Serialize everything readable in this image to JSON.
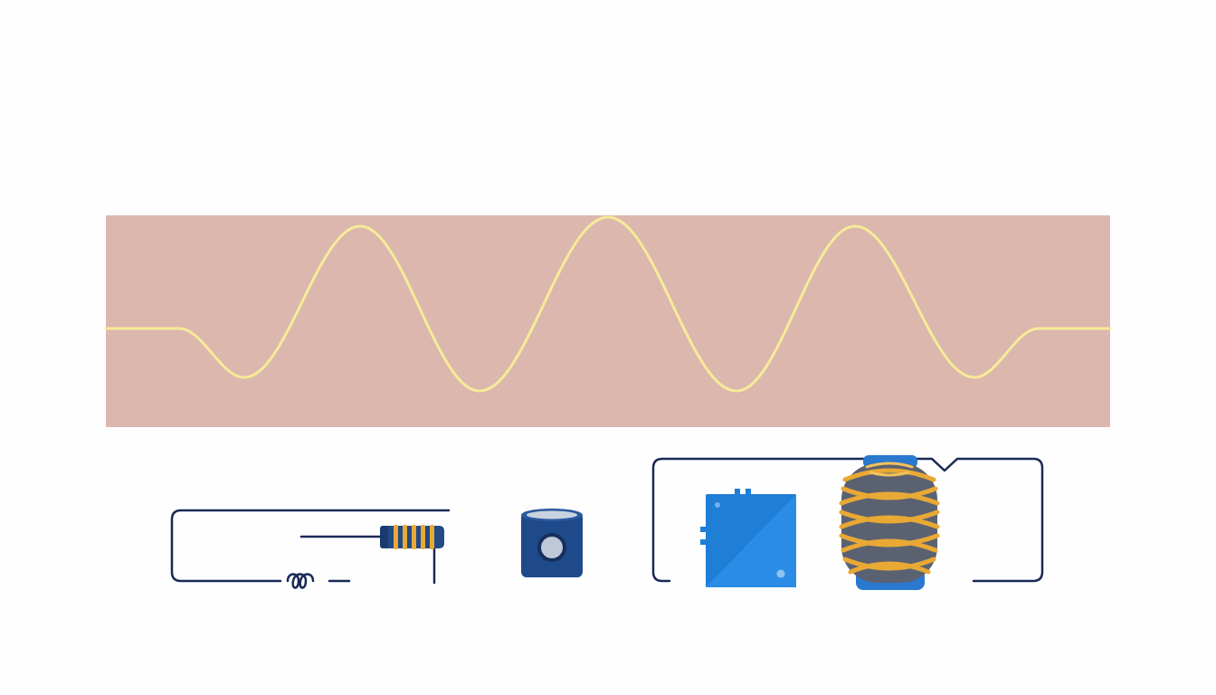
{
  "diagram": {
    "colors": {
      "background": "#fefefe",
      "wave_panel": "#dcb7ad",
      "wave_line": "#f6eb98",
      "wire": "#1a2a55",
      "coil_dark": "#234a86",
      "coil_winding": "#e9a935",
      "capacitor_body": "#1e4a8c",
      "capacitor_lens": "#bfc8d8",
      "chip_body": "#1f7ed6",
      "chip_highlight": "#2a8ce6",
      "toroid_core": "#5a6272",
      "toroid_base": "#2a79cf"
    },
    "wave": {
      "shape": "damped sine burst with flat lead-in and lead-out"
    },
    "components": [
      {
        "id": "inductor-small",
        "icon": "small-coil-icon"
      },
      {
        "id": "capacitor",
        "icon": "capacitor-icon"
      },
      {
        "id": "ic-chip",
        "icon": "chip-icon"
      },
      {
        "id": "toroid-inductor",
        "icon": "large-coil-icon"
      }
    ],
    "symbols": {
      "squiggle": "inductor-squiggle-icon"
    }
  }
}
